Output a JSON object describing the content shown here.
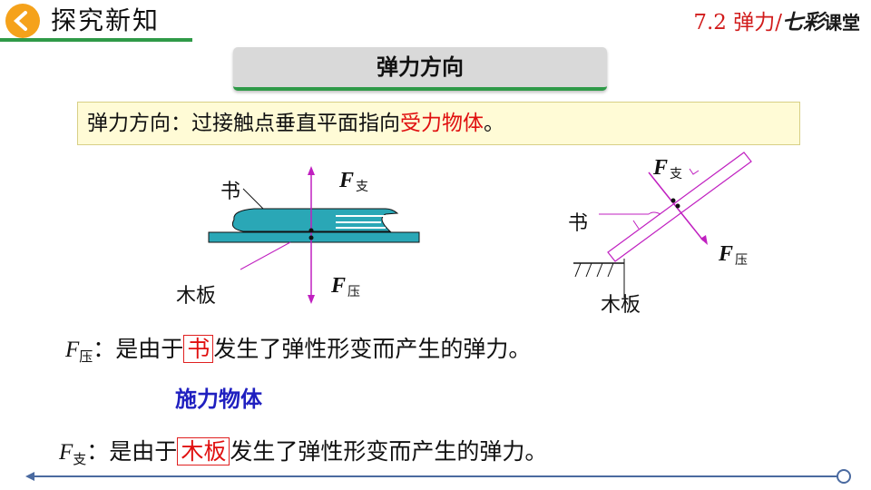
{
  "header": {
    "title": "探究新知",
    "right_text": "7.2 弹力/",
    "logo_text_1": "七彩",
    "logo_text_2": "课堂",
    "accent_color": "#2f9a48",
    "circle_color": "#f5a21b"
  },
  "section_title": "弹力方向",
  "definition": {
    "prefix": "弹力方向：过接触点垂直平面指向",
    "highlight": "受力物体",
    "suffix": "。"
  },
  "figure_left": {
    "book_label": "书",
    "board_label": "木板",
    "force_up": {
      "symbol": "F",
      "sub": "支"
    },
    "force_down": {
      "symbol": "F",
      "sub": "压"
    }
  },
  "figure_right": {
    "book_label": "书",
    "board_label": "木板",
    "force_up": {
      "symbol": "F",
      "sub": "支"
    },
    "force_down": {
      "symbol": "F",
      "sub": "压"
    }
  },
  "line1": {
    "symbol": "F",
    "sub": "压",
    "colon": "：是由于",
    "boxed": "书",
    "rest": "发生了弹性形变而产生的弹力。"
  },
  "agent_label": "施力物体",
  "line2": {
    "symbol": "F",
    "sub": "支",
    "colon": "：是由于",
    "boxed": "木板",
    "rest": "发生了弹性形变而产生的弹力。"
  }
}
